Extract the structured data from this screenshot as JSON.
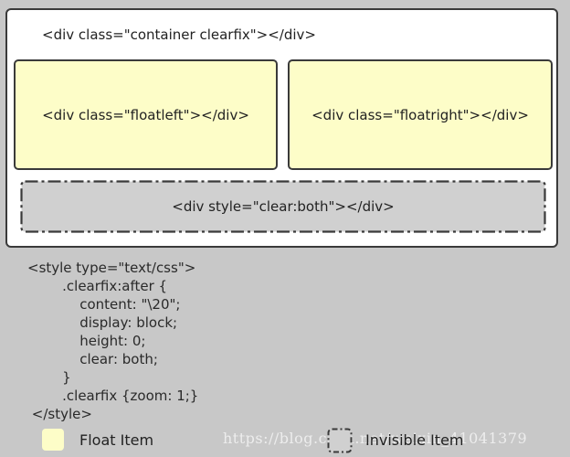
{
  "diagram": {
    "container_label": "<div class=\"container clearfix\"></div>",
    "float_left_label": "<div class=\"floatleft\"></div>",
    "float_right_label": "<div class=\"floatright\"></div>",
    "clear_label": "<div style=\"clear:both\"></div>"
  },
  "code": {
    "lines": [
      "<style type=\"text/css\">",
      "        .clearfix:after {",
      "            content: \"\\20\";",
      "            display: block;",
      "            height: 0;",
      "            clear: both;",
      "        }",
      "        .clearfix {zoom: 1;}",
      " </style>"
    ]
  },
  "legend": {
    "float_item": "Float Item",
    "invisible_item": "Invisible Item"
  },
  "watermark": "https://blog.csdn.net/weixin_41041379",
  "colors": {
    "background": "#c8c8c8",
    "container": "#ffffff",
    "float_item": "#fdfdc8",
    "invisible_item": "#d0d0d0",
    "border": "#3a3a3a"
  }
}
